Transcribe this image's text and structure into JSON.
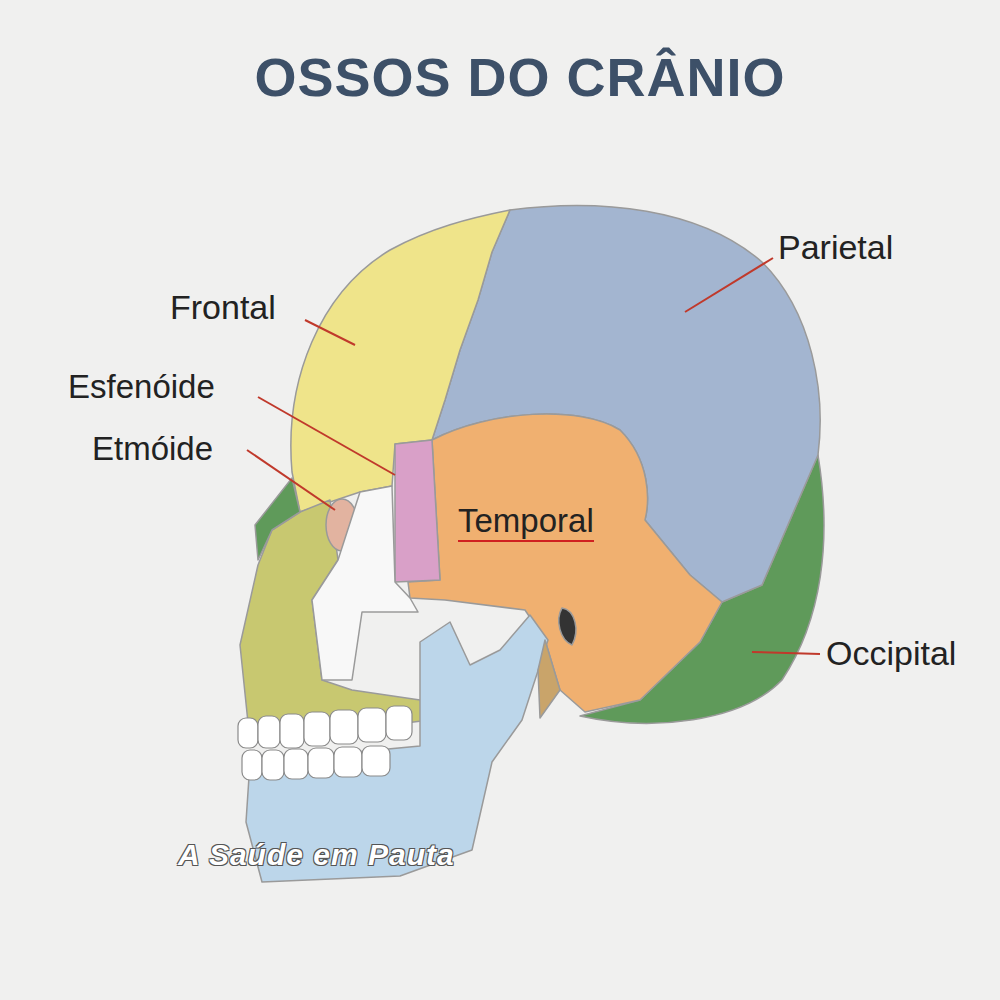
{
  "diagram": {
    "title": "OSSOS DO CRÂNIO",
    "labels": [
      "Frontal",
      "Esfenóide",
      "Etmóide",
      "Temporal",
      "Parietal",
      "Occipital",
      "A Saúde em Pauta"
    ]
  }
}
